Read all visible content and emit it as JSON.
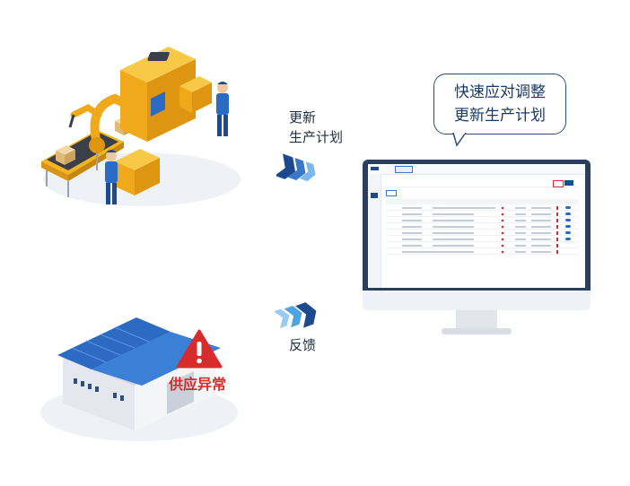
{
  "labels": {
    "top_arrow_line1": "更新",
    "top_arrow_line2": "生产计划",
    "bottom_arrow": "反馈",
    "warning": "供应异常"
  },
  "bubble": {
    "line1": "快速应对调整",
    "line2": "更新生产计划"
  },
  "colors": {
    "arrow_dark": "#1d4a8e",
    "arrow_light": "#4fa3e0",
    "warning_red": "#d62c2c",
    "monitor_frame": "#2a3f5e",
    "factory_yellow": "#f5b51e",
    "roof_blue": "#2c6bc4"
  },
  "icons": {
    "top_arrow": "triple-chevron-arrow-icon",
    "bottom_arrow": "triple-chevron-arrow-icon",
    "warning": "warning-triangle-icon"
  }
}
